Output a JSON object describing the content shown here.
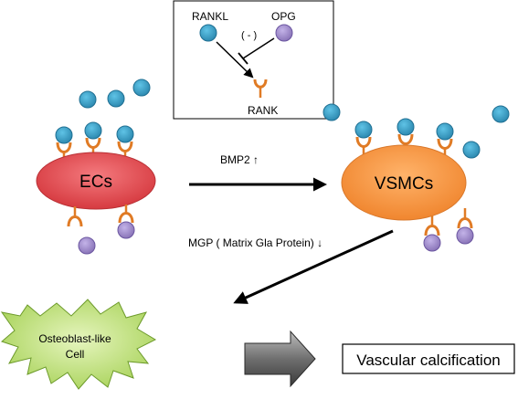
{
  "legend_box": {
    "rankl_label": "RANKL",
    "opg_label": "OPG",
    "inhibition_label": "( - )",
    "rank_label": "RANK"
  },
  "cells": {
    "ec_label": "ECs",
    "vsmc_label": "VSMCs",
    "osteoblast_line1": "Osteoblast-like",
    "osteoblast_line2": "Cell"
  },
  "arrows": {
    "bmp2_label": "BMP2 ↑",
    "mgp_label": "MGP ( Matrix Gla Protein) ↓"
  },
  "outcome": {
    "label": "Vascular calcification"
  },
  "colors": {
    "rankl": "#3a9fc4",
    "opg": "#9b86c6",
    "receptor": "#e07b25",
    "ec_fill": "#e04a4f",
    "vsmc_fill": "#f79646",
    "osteoblast_fill": "#bde07a"
  }
}
